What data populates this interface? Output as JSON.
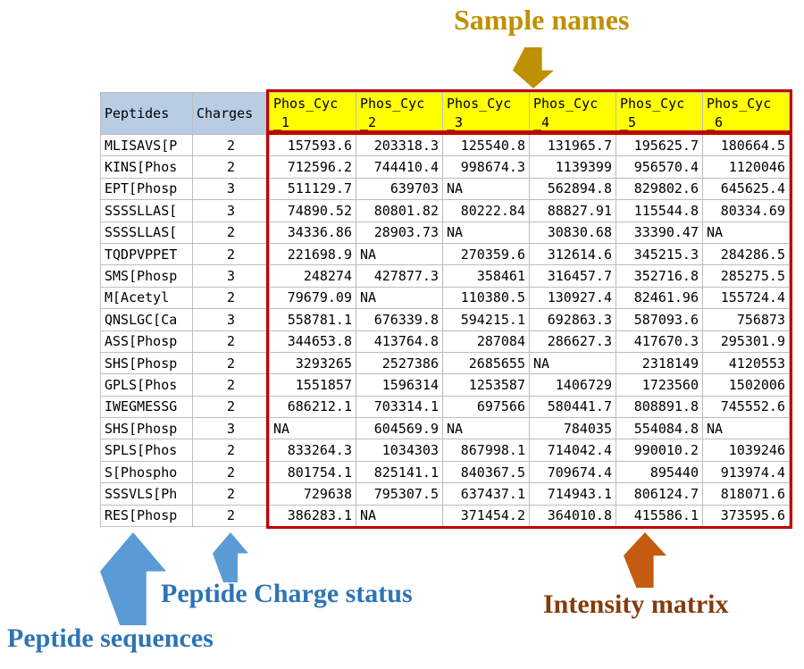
{
  "annotations": {
    "sample_names": "Sample names",
    "peptide_charge_status": "Peptide Charge status",
    "peptide_sequences": "Peptide sequences",
    "intensity_matrix": "Intensity matrix"
  },
  "colors": {
    "sample_header_fill": "#FFFF00",
    "matrix_border": "#C00000",
    "left_header_fill": "#B8CCE4",
    "sample_names_annotation": "#BF9000",
    "blue_annotation_text": "#2E74B5",
    "blue_arrow": "#5B9BD5",
    "intensity_annotation": "#843C0C",
    "orange_arrow": "#C55A11"
  },
  "table": {
    "peptides_header": "Peptides",
    "charges_header": "Charges",
    "sample_headers": [
      "Phos_Cyc_1",
      "Phos_Cyc_2",
      "Phos_Cyc_3",
      "Phos_Cyc_4",
      "Phos_Cyc_5",
      "Phos_Cyc_6"
    ],
    "rows": [
      {
        "peptide": "MLISAVS[P",
        "charge": "2",
        "values": [
          "157593.6",
          "203318.3",
          "125540.8",
          "131965.7",
          "195625.7",
          "180664.5"
        ]
      },
      {
        "peptide": "KINS[Phos",
        "charge": "2",
        "values": [
          "712596.2",
          "744410.4",
          "998674.3",
          "1139399",
          "956570.4",
          "1120046"
        ]
      },
      {
        "peptide": "EPT[Phosp",
        "charge": "3",
        "values": [
          "511129.7",
          "639703",
          "NA",
          "562894.8",
          "829802.6",
          "645625.4"
        ]
      },
      {
        "peptide": "SSSSLLAS[",
        "charge": "3",
        "values": [
          "74890.52",
          "80801.82",
          "80222.84",
          "88827.91",
          "115544.8",
          "80334.69"
        ]
      },
      {
        "peptide": "SSSSLLAS[",
        "charge": "2",
        "values": [
          "34336.86",
          "28903.73",
          "NA",
          "30830.68",
          "33390.47",
          "NA"
        ]
      },
      {
        "peptide": "TQDPVPPET",
        "charge": "2",
        "values": [
          "221698.9",
          "NA",
          "270359.6",
          "312614.6",
          "345215.3",
          "284286.5"
        ]
      },
      {
        "peptide": "SMS[Phosp",
        "charge": "3",
        "values": [
          "248274",
          "427877.3",
          "358461",
          "316457.7",
          "352716.8",
          "285275.5"
        ]
      },
      {
        "peptide": "M[Acetyl",
        "charge": "2",
        "values": [
          "79679.09",
          "NA",
          "110380.5",
          "130927.4",
          "82461.96",
          "155724.4"
        ]
      },
      {
        "peptide": "QNSLGC[Ca",
        "charge": "3",
        "values": [
          "558781.1",
          "676339.8",
          "594215.1",
          "692863.3",
          "587093.6",
          "756873"
        ]
      },
      {
        "peptide": "ASS[Phosp",
        "charge": "2",
        "values": [
          "344653.8",
          "413764.8",
          "287084",
          "286627.3",
          "417670.3",
          "295301.9"
        ]
      },
      {
        "peptide": "SHS[Phosp",
        "charge": "2",
        "values": [
          "3293265",
          "2527386",
          "2685655",
          "NA",
          "2318149",
          "4120553"
        ]
      },
      {
        "peptide": "GPLS[Phos",
        "charge": "2",
        "values": [
          "1551857",
          "1596314",
          "1253587",
          "1406729",
          "1723560",
          "1502006"
        ]
      },
      {
        "peptide": "IWEGMESSG",
        "charge": "2",
        "values": [
          "686212.1",
          "703314.1",
          "697566",
          "580441.7",
          "808891.8",
          "745552.6"
        ]
      },
      {
        "peptide": "SHS[Phosp",
        "charge": "3",
        "values": [
          "NA",
          "604569.9",
          "NA",
          "784035",
          "554084.8",
          "NA"
        ]
      },
      {
        "peptide": "SPLS[Phos",
        "charge": "2",
        "values": [
          "833264.3",
          "1034303",
          "867998.1",
          "714042.4",
          "990010.2",
          "1039246"
        ]
      },
      {
        "peptide": "S[Phospho",
        "charge": "2",
        "values": [
          "801754.1",
          "825141.1",
          "840367.5",
          "709674.4",
          "895440",
          "913974.4"
        ]
      },
      {
        "peptide": "SSSVLS[Ph",
        "charge": "2",
        "values": [
          "729638",
          "795307.5",
          "637437.1",
          "714943.1",
          "806124.7",
          "818071.6"
        ]
      },
      {
        "peptide": "RES[Phosp",
        "charge": "2",
        "values": [
          "386283.1",
          "NA",
          "371454.2",
          "364010.8",
          "415586.1",
          "373595.6"
        ]
      }
    ]
  }
}
